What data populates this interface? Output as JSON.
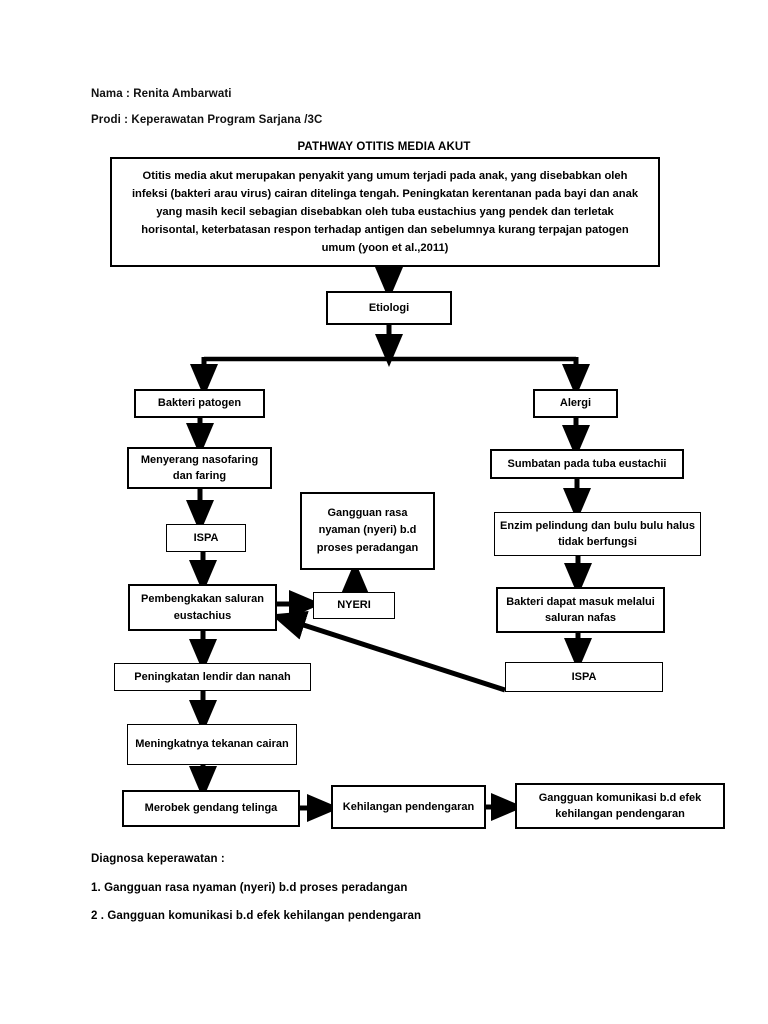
{
  "header": {
    "nama_line": "Nama : Renita Ambarwati",
    "prodi_line": "Prodi : Keperawatan Program Sarjana /3C",
    "diagram_title": "PATHWAY OTITIS MEDIA AKUT"
  },
  "nodes": {
    "intro": "Otitis media akut merupakan penyakit yang umum terjadi pada anak, yang disebabkan oleh infeksi (bakteri arau virus) cairan ditelinga tengah. Peningkatan kerentanan pada bayi dan anak yang masih kecil sebagian disebabkan oleh tuba eustachius yang pendek dan terletak horisontal, keterbatasan respon terhadap antigen dan sebelumnya kurang terpajan patogen umum (yoon et al.,2011)",
    "etiologi": "Etiologi",
    "bakteri_patogen": "Bakteri patogen",
    "alergi": "Alergi",
    "menyerang": "Menyerang nasofaring dan faring",
    "sumbatan": "Sumbatan pada tuba eustachii",
    "ispa_left": "ISPA",
    "enzim": "Enzim pelindung dan bulu bulu halus tidak berfungsi",
    "gangguan_nyaman": "Gangguan rasa nyaman (nyeri) b.d proses peradangan",
    "pembengkakan": "Pembengkakan saluran eustachius",
    "nyeri": "NYERI",
    "bakteri_masuk": "Bakteri dapat masuk melalui saluran nafas",
    "peningkatan_lendir": "Peningkatan lendir dan nanah",
    "ispa_right": "ISPA",
    "meningkatnya_tekanan": "Meningkatnya tekanan cairan",
    "merobek": "Merobek gendang telinga",
    "kehilangan": "Kehilangan pendengaran",
    "gangguan_komunikasi": "Gangguan komunikasi b.d efek kehilangan pendengaran"
  },
  "footer": {
    "diagnosa_title": "Diagnosa keperawatan :",
    "item_1": "1. Gangguan rasa nyaman (nyeri) b.d proses peradangan",
    "item_2": "2 . Gangguan komunikasi b.d efek kehilangan pendengaran"
  },
  "colors": {
    "stroke": "#000000",
    "background": "#ffffff",
    "text": "#000000"
  },
  "chart_data": {
    "type": "flowchart",
    "title": "PATHWAY OTITIS MEDIA AKUT",
    "edges": [
      {
        "from": "intro",
        "to": "etiologi",
        "style": "solid-arrow"
      },
      {
        "from": "etiologi",
        "to": "bakteri_patogen",
        "style": "solid-arrow-split"
      },
      {
        "from": "etiologi",
        "to": "alergi",
        "style": "solid-arrow-split"
      },
      {
        "from": "bakteri_patogen",
        "to": "menyerang",
        "style": "solid-arrow"
      },
      {
        "from": "menyerang",
        "to": "ispa_left",
        "style": "solid-arrow"
      },
      {
        "from": "ispa_left",
        "to": "pembengkakan",
        "style": "solid-arrow"
      },
      {
        "from": "pembengkakan",
        "to": "nyeri",
        "style": "solid-arrow"
      },
      {
        "from": "nyeri",
        "to": "gangguan_nyaman",
        "style": "solid-arrow"
      },
      {
        "from": "pembengkakan",
        "to": "peningkatan_lendir",
        "style": "solid-arrow"
      },
      {
        "from": "peningkatan_lendir",
        "to": "meningkatnya_tekanan",
        "style": "solid-arrow"
      },
      {
        "from": "meningkatnya_tekanan",
        "to": "merobek",
        "style": "solid-arrow"
      },
      {
        "from": "merobek",
        "to": "kehilangan",
        "style": "solid-arrow"
      },
      {
        "from": "kehilangan",
        "to": "gangguan_komunikasi",
        "style": "solid-arrow"
      },
      {
        "from": "alergi",
        "to": "sumbatan",
        "style": "solid-arrow"
      },
      {
        "from": "sumbatan",
        "to": "enzim",
        "style": "solid-arrow"
      },
      {
        "from": "enzim",
        "to": "bakteri_masuk",
        "style": "solid-arrow"
      },
      {
        "from": "bakteri_masuk",
        "to": "ispa_right",
        "style": "solid-arrow"
      },
      {
        "from": "ispa_right",
        "to": "pembengkakan",
        "style": "diagonal-arrow"
      }
    ]
  }
}
